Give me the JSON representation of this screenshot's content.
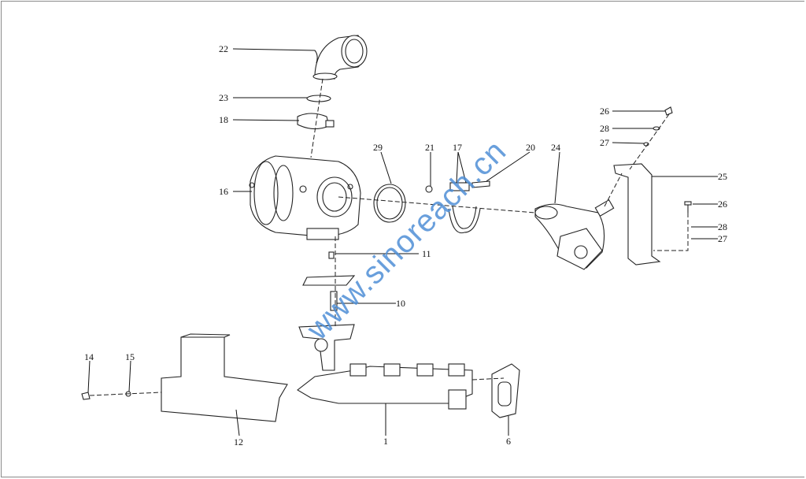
{
  "diagram": {
    "title": "Turbocharger and exhaust manifold exploded view",
    "watermark": "www.sinoreach.cn",
    "watermark_color": "#4f8fd6",
    "callouts": [
      {
        "id": "c22",
        "label": "22"
      },
      {
        "id": "c23",
        "label": "23"
      },
      {
        "id": "c18",
        "label": "18"
      },
      {
        "id": "c16",
        "label": "16"
      },
      {
        "id": "c29",
        "label": "29"
      },
      {
        "id": "c21",
        "label": "21"
      },
      {
        "id": "c17",
        "label": "17"
      },
      {
        "id": "c20",
        "label": "20"
      },
      {
        "id": "c24",
        "label": "24"
      },
      {
        "id": "c26a",
        "label": "26"
      },
      {
        "id": "c28a",
        "label": "28"
      },
      {
        "id": "c27a",
        "label": "27"
      },
      {
        "id": "c25",
        "label": "25"
      },
      {
        "id": "c26b",
        "label": "26"
      },
      {
        "id": "c28b",
        "label": "28"
      },
      {
        "id": "c27b",
        "label": "27"
      },
      {
        "id": "c11",
        "label": "11"
      },
      {
        "id": "c10",
        "label": "10"
      },
      {
        "id": "c14",
        "label": "14"
      },
      {
        "id": "c15",
        "label": "15"
      },
      {
        "id": "c12",
        "label": "12"
      },
      {
        "id": "c1",
        "label": "1"
      },
      {
        "id": "c6",
        "label": "6"
      }
    ]
  }
}
